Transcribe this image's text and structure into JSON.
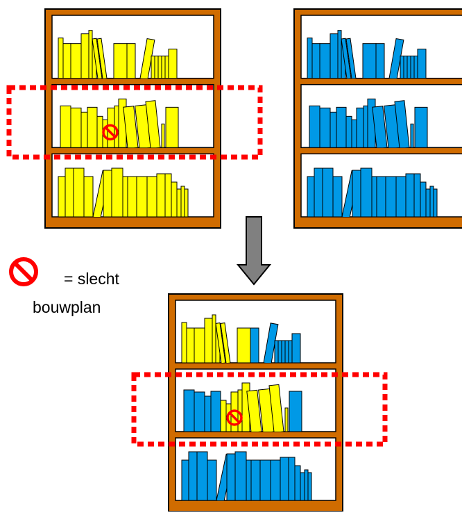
{
  "colors": {
    "shelf_wood": "#d06c00",
    "shelf_outline": "#000000",
    "book_yellow": "#ffff00",
    "book_blue": "#0099e6",
    "highlight_dashes": "#ff0000",
    "prohibition": "#ff0000",
    "arrow_fill": "#808080",
    "background": "#ffffff"
  },
  "icons": {
    "prohibition": "prohibition-icon",
    "arrow": "arrow-down-icon"
  },
  "bookcases": [
    {
      "name": "bookcase-parent-yellow",
      "shelves": [
        "yellow",
        "yellow",
        "yellow"
      ],
      "highlight_shelf": 2,
      "bad_mark_shelf": 2
    },
    {
      "name": "bookcase-parent-blue",
      "shelves": [
        "blue",
        "blue",
        "blue"
      ]
    },
    {
      "name": "bookcase-offspring",
      "shelves": [
        "mixed",
        "yellow-in-blue",
        "blue"
      ],
      "highlight_shelf": 2,
      "bad_mark_shelf": 2
    }
  ],
  "legend": {
    "equals": "= slecht",
    "line2": "bouwplan"
  }
}
